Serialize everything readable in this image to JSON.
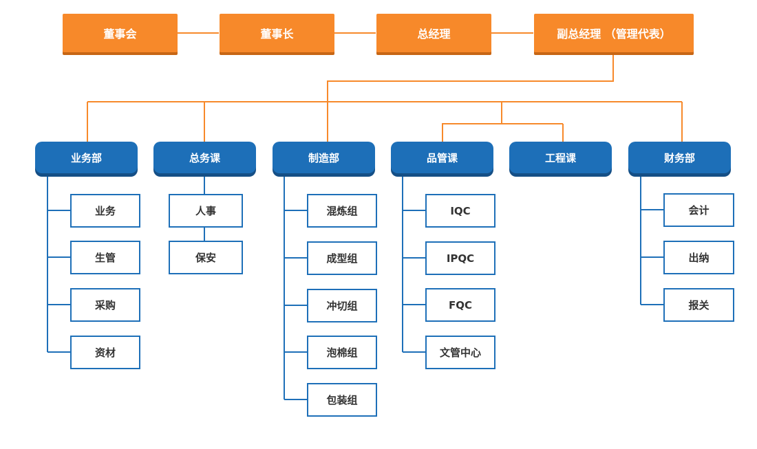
{
  "executives": [
    {
      "label": "董事会"
    },
    {
      "label": "董事长"
    },
    {
      "label": "总经理"
    },
    {
      "label": "副总经理 （管理代表）"
    }
  ],
  "departments": [
    {
      "label": "业务部",
      "units": [
        "业务",
        "生管",
        "采购",
        "资材"
      ]
    },
    {
      "label": "总务课",
      "units": [
        "人事",
        "保安"
      ]
    },
    {
      "label": "制造部",
      "units": [
        "混炼组",
        "成型组",
        "冲切组",
        "泡棉组",
        "包装组"
      ]
    },
    {
      "label": "品管课",
      "units": [
        "IQC",
        "IPQC",
        "FQC",
        "文管中心"
      ]
    },
    {
      "label": "工程课",
      "units": []
    },
    {
      "label": "财务部",
      "units": [
        "会计",
        "出纳",
        "报关"
      ]
    }
  ],
  "colors": {
    "executive_fill": "#f7892a",
    "department_fill": "#1d6fb8",
    "unit_border": "#1d6fb8",
    "orange_connector": "#f7892a",
    "blue_connector": "#1d6fb8"
  }
}
